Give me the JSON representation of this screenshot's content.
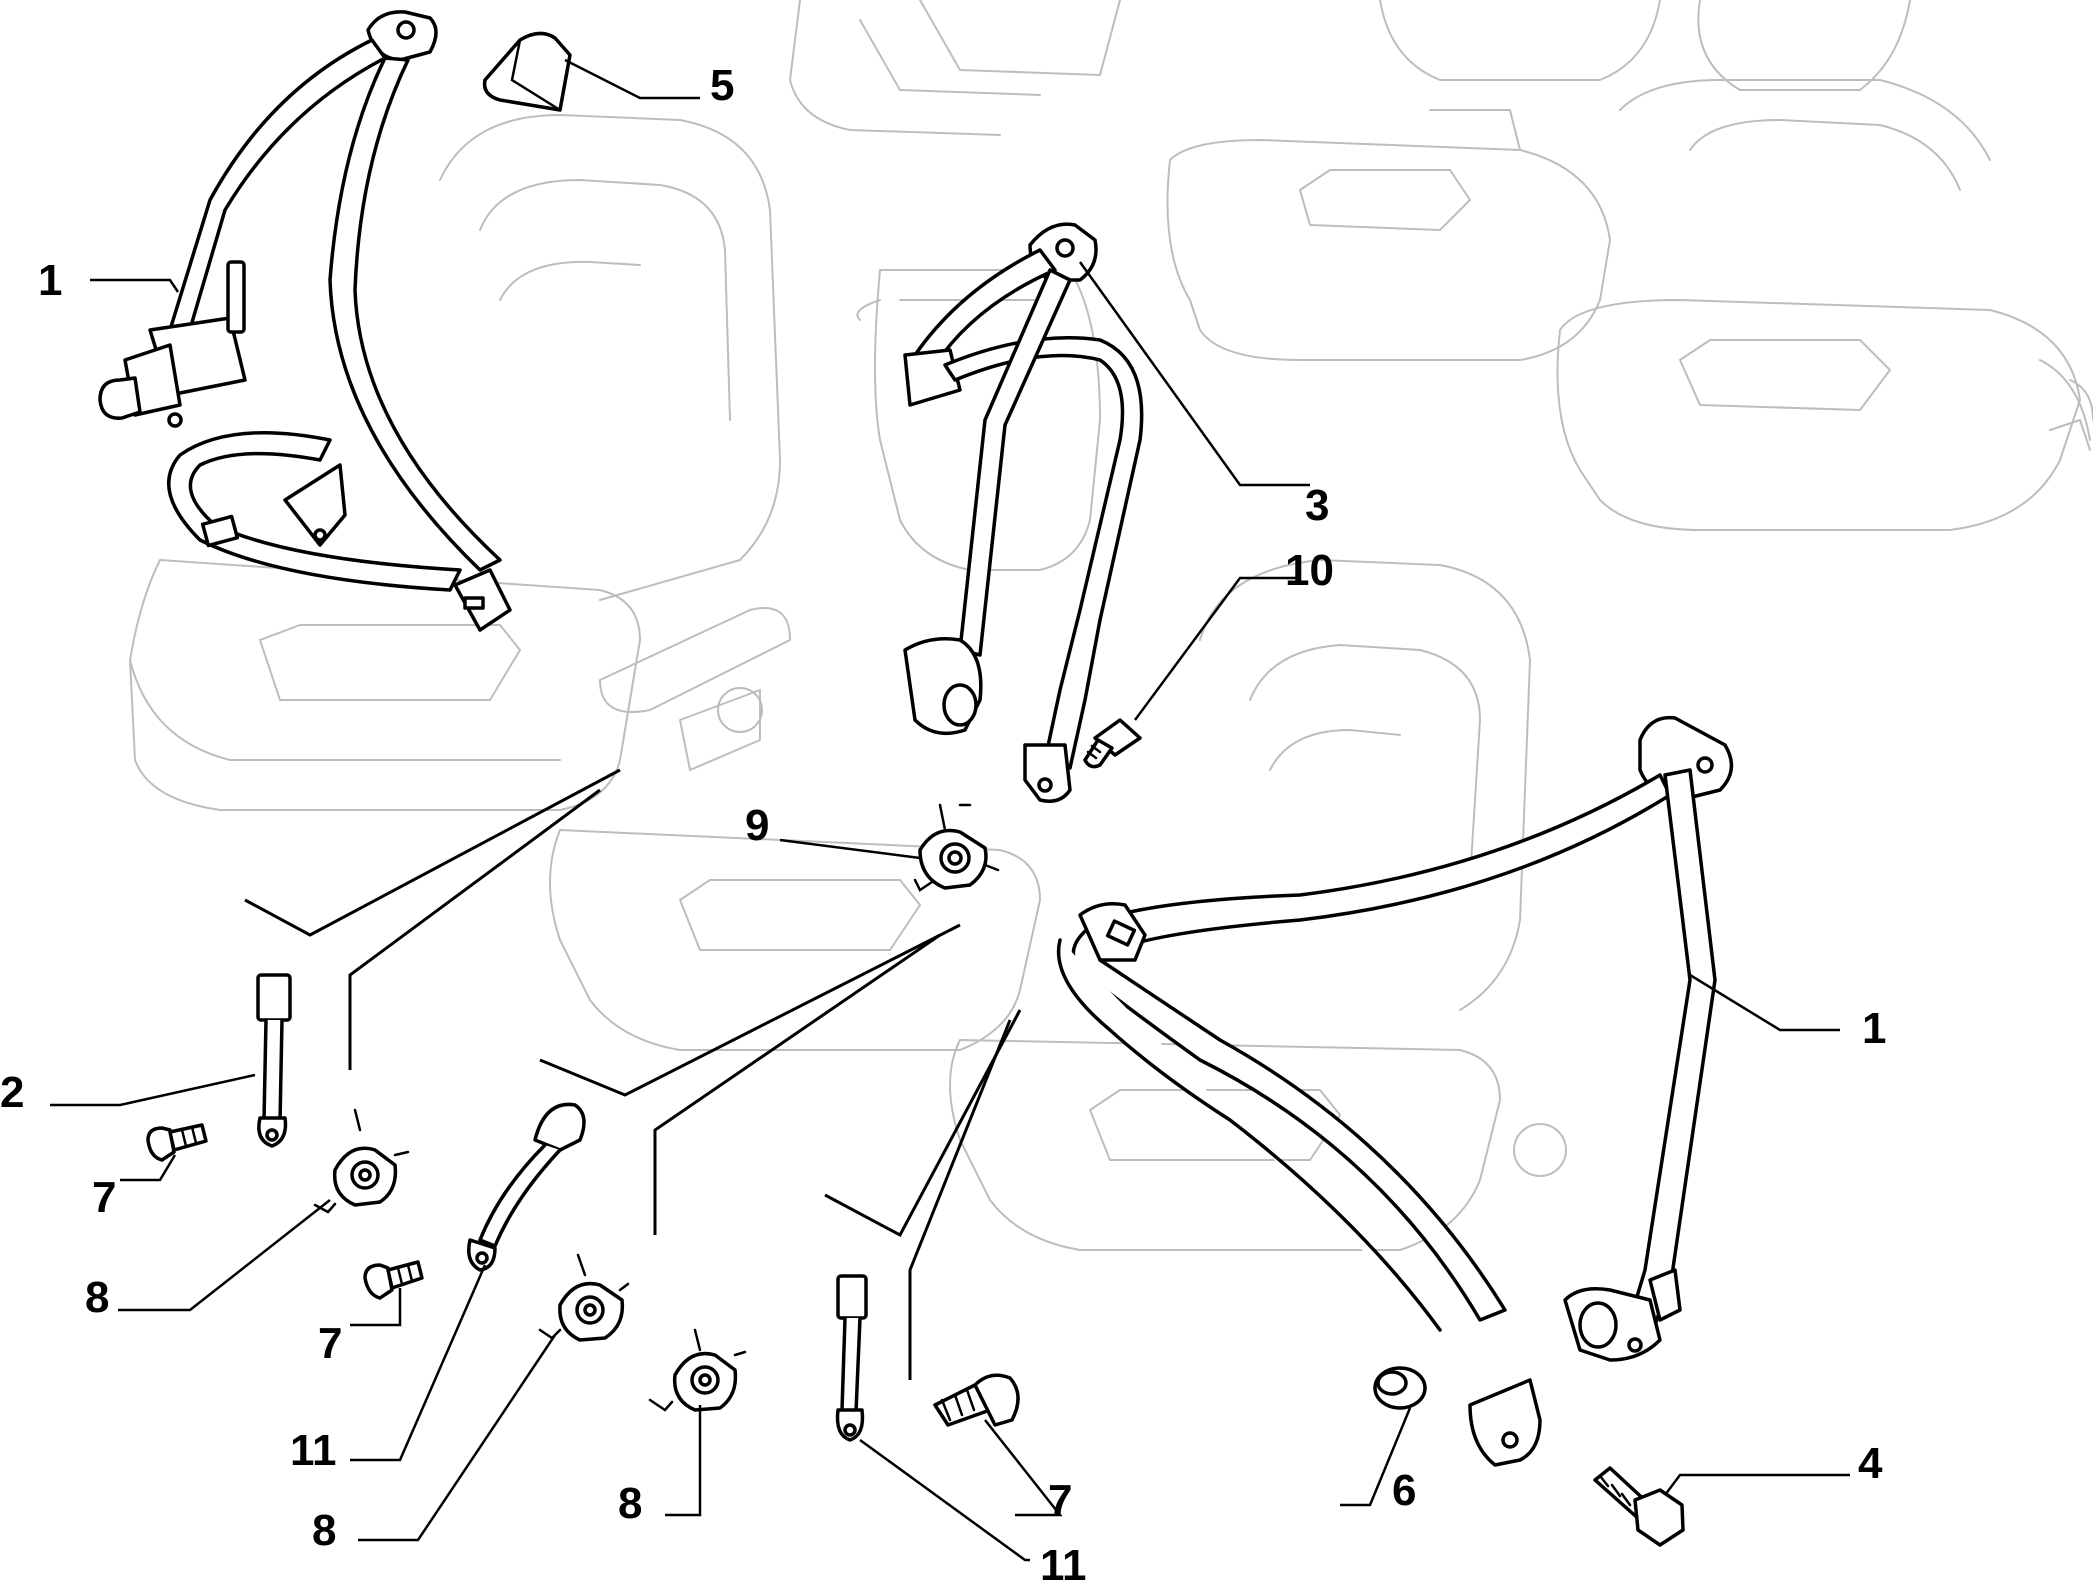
{
  "callouts": {
    "c1a": "1",
    "c5": "5",
    "c3": "3",
    "c10": "10",
    "c9": "9",
    "c1b": "1",
    "c2": "2",
    "c7a": "7",
    "c8a": "8",
    "c7b": "7",
    "c11a": "11",
    "c8b": "8",
    "c8c": "8",
    "c7c": "7",
    "c11b": "11",
    "c6": "6",
    "c4": "4"
  }
}
